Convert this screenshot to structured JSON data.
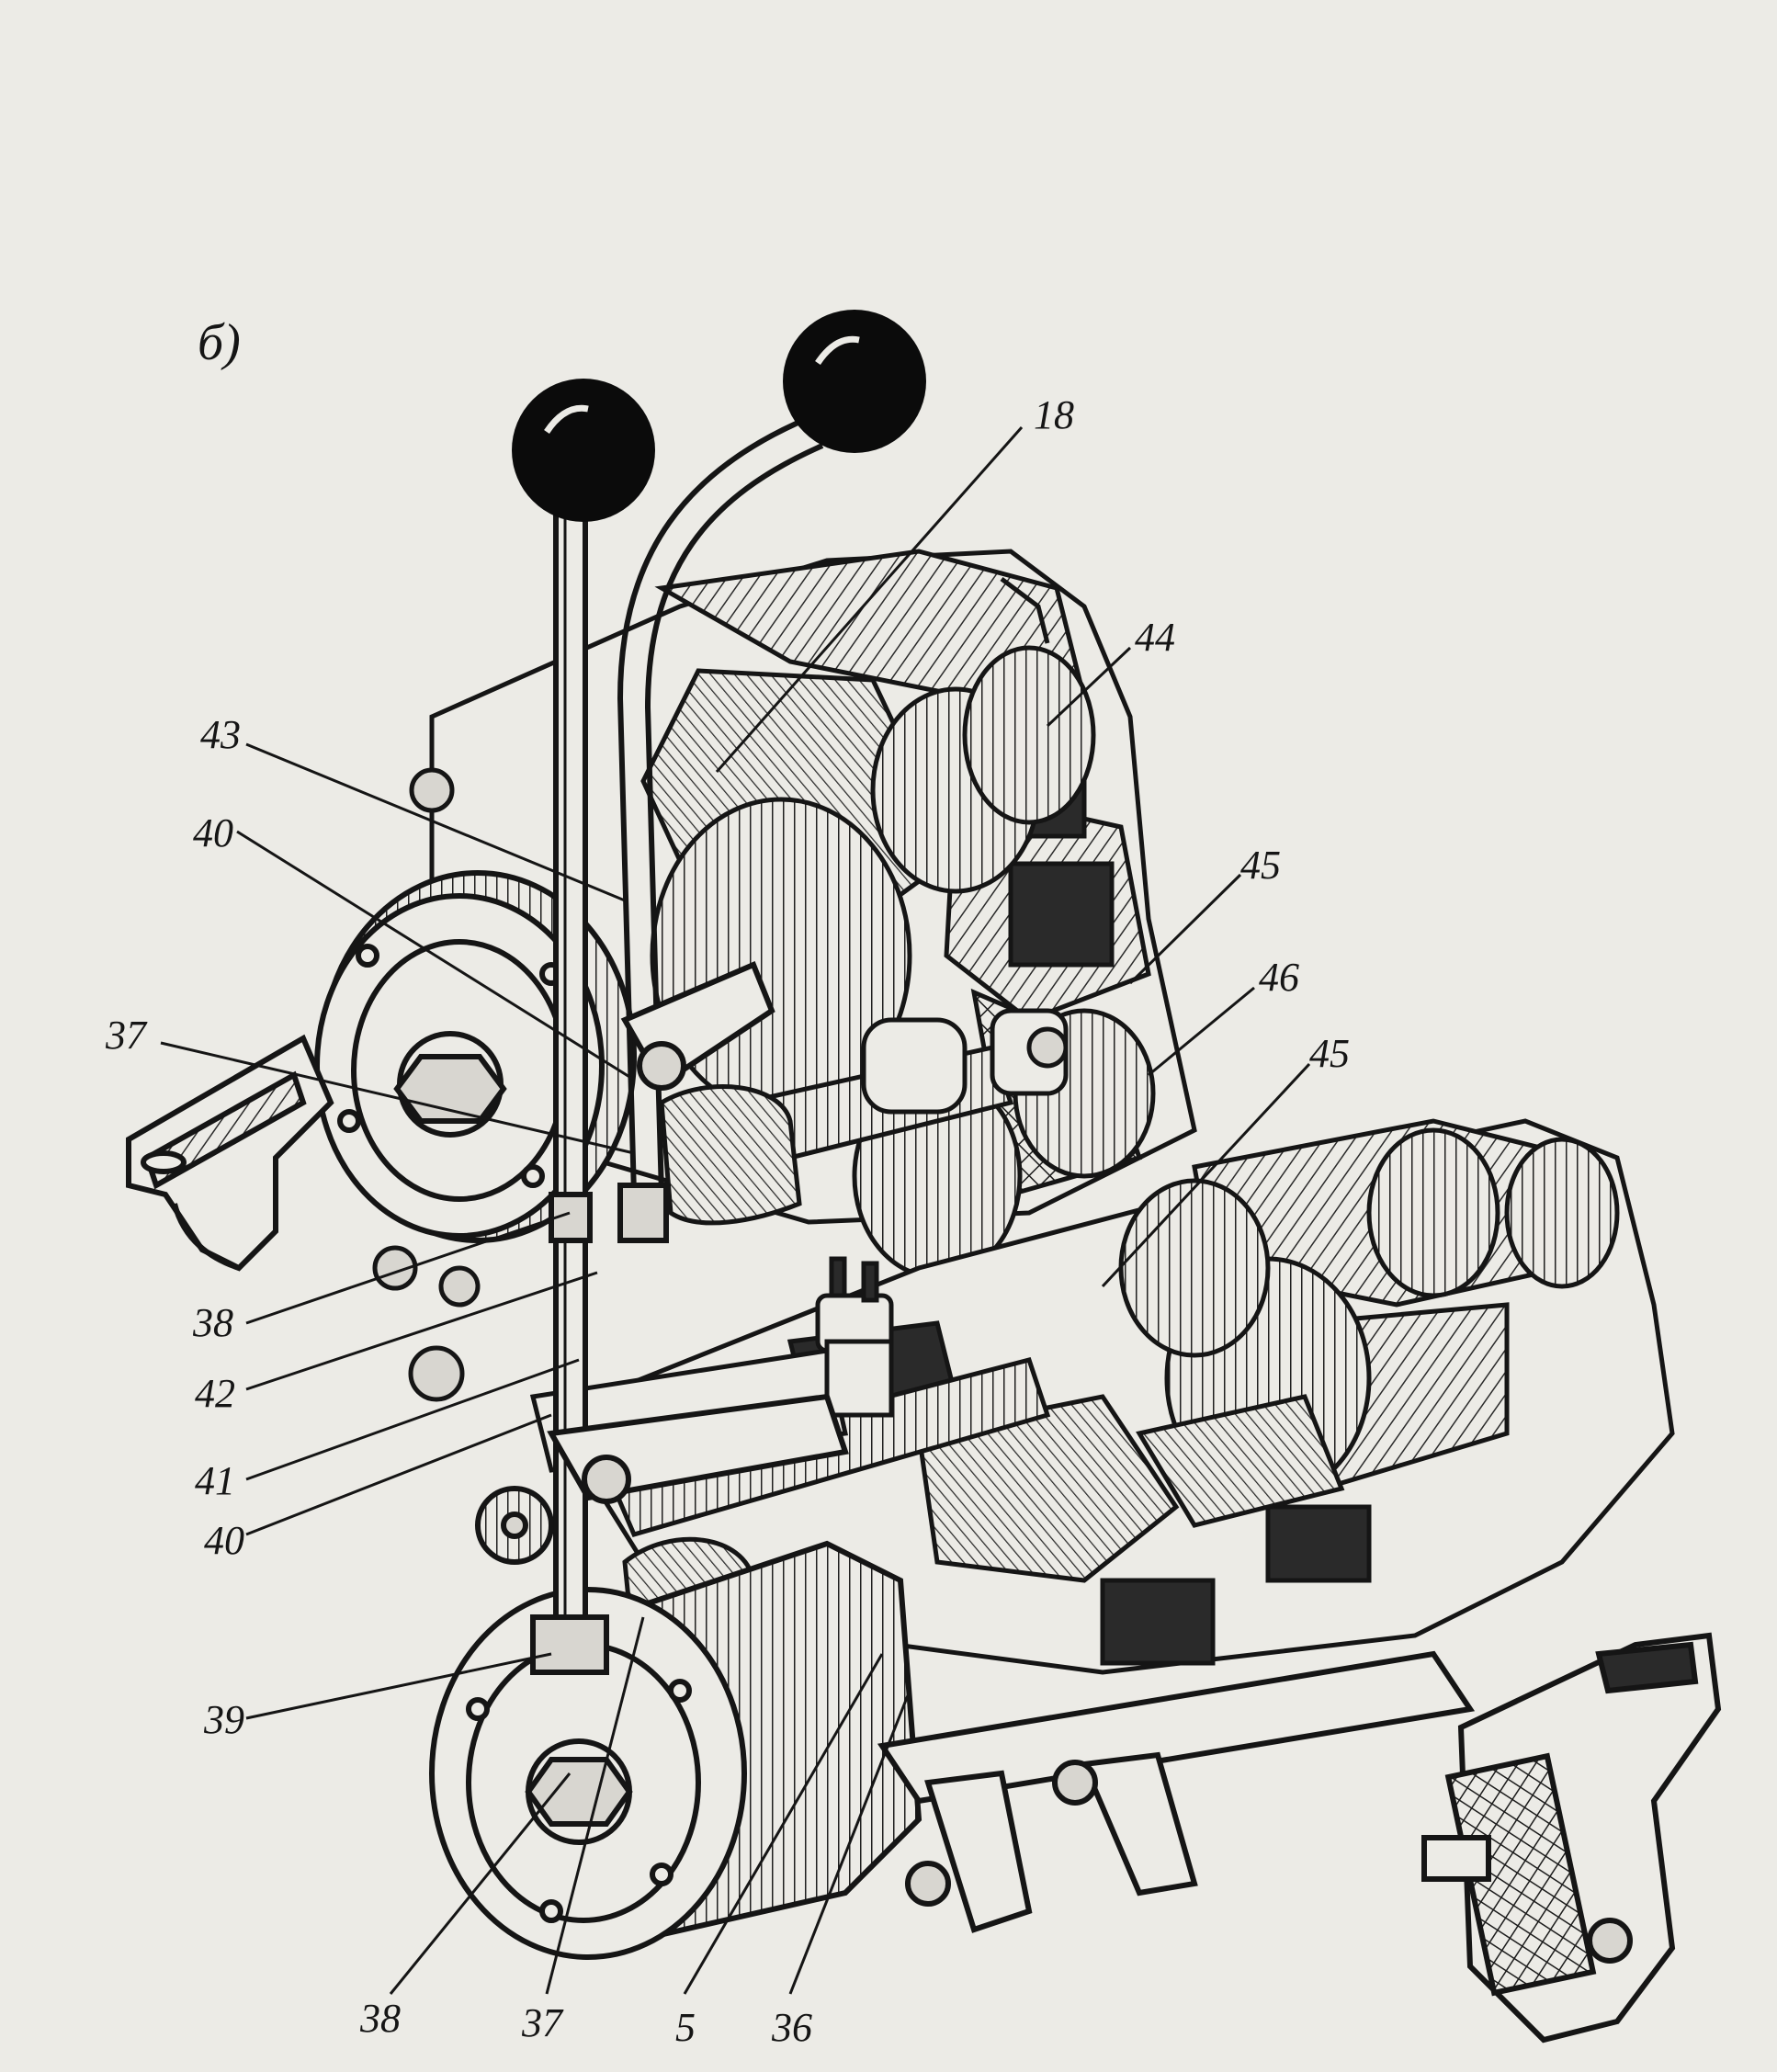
{
  "figure_label": "б)",
  "callouts": {
    "c18": "18",
    "c44": "44",
    "c43": "43",
    "c40_top": "40",
    "c45_top": "45",
    "c46": "46",
    "c37_left": "37",
    "c45_mid": "45",
    "c38_left": "38",
    "c42": "42",
    "c41": "41",
    "c40_bottom": "40",
    "c39": "39",
    "c38_bottom": "38",
    "c37_bottom": "37",
    "c5": "5",
    "c36": "36"
  },
  "colors": {
    "paper": "#ecebe6",
    "ink": "#151515",
    "hatch": "#2a2a2a",
    "knob": "#0b0b0b",
    "section_fill": "#3a3a3a"
  }
}
